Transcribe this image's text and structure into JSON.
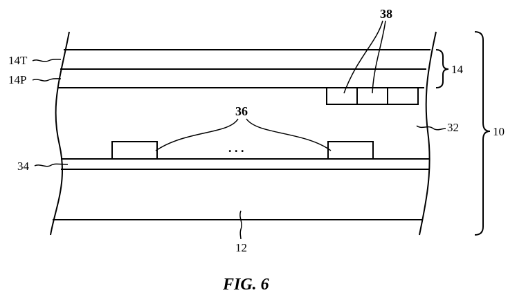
{
  "labels": {
    "ref_38": "38",
    "ref_14": "14",
    "ref_14T": "14T",
    "ref_14P": "14P",
    "ref_36": "36",
    "ref_32": "32",
    "ref_10": "10",
    "ref_34": "34",
    "ref_12": "12",
    "ellipsis": ". . ."
  },
  "caption": "FIG. 6"
}
